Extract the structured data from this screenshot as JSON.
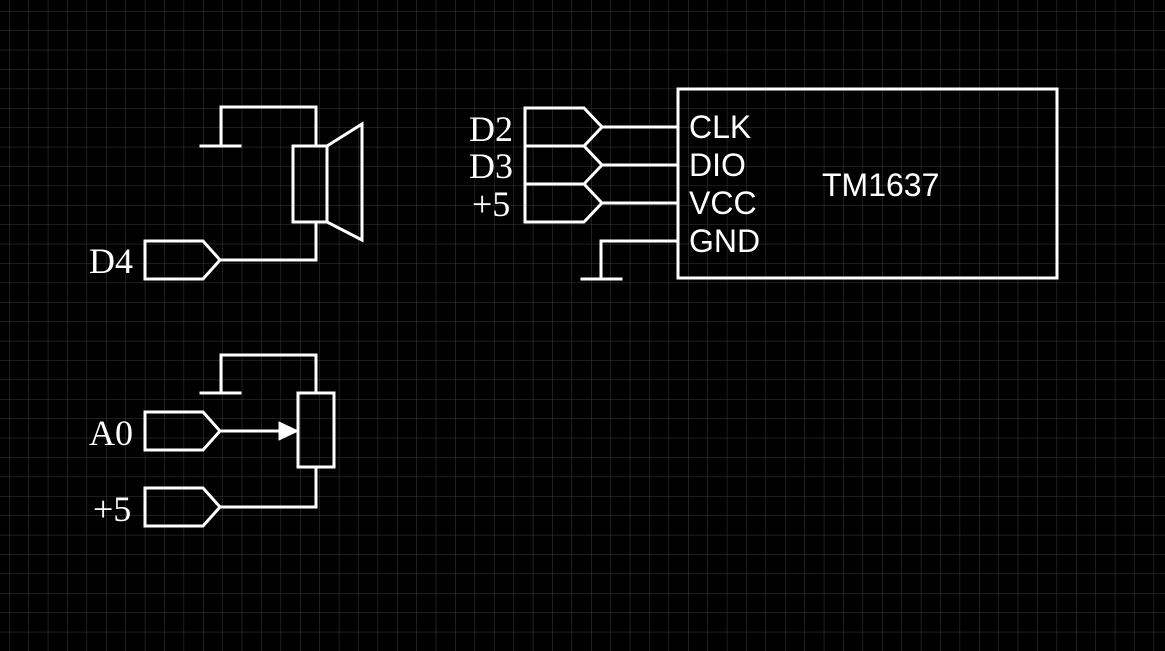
{
  "colors": {
    "background": "#000000",
    "grid": "#3a3a3a",
    "wire": "#ffffff"
  },
  "labels": {
    "speaker_net": "D4",
    "pot_wiper_net": "A0",
    "pot_supply_net": "+5",
    "clk_net": "D2",
    "dio_net": "D3",
    "vcc_net": "+5"
  },
  "chip": {
    "name": "TM1637",
    "pins": [
      "CLK",
      "DIO",
      "VCC",
      "GND"
    ]
  },
  "icons": [
    "ground-symbol",
    "speaker-symbol",
    "potentiometer-symbol",
    "net-label-connector"
  ]
}
